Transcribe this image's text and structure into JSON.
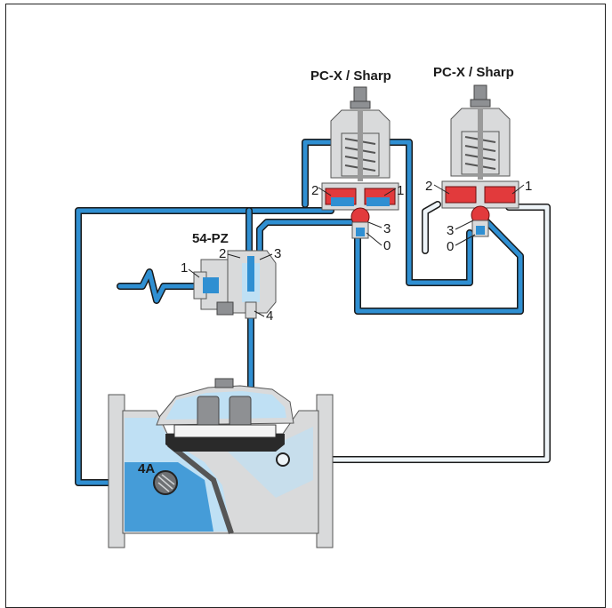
{
  "labels": {
    "pilot_left_title": "PC-X / Sharp",
    "pilot_right_title": "PC-X / Sharp",
    "relay_title": "54-PZ",
    "valve_tag": "4A",
    "left_pilot_port1": "1",
    "left_pilot_port2": "2",
    "left_pilot_port3": "3",
    "left_pilot_port0": "0",
    "right_pilot_port1": "1",
    "right_pilot_port2": "2",
    "right_pilot_port3": "3",
    "right_pilot_port0": "0",
    "relay_port1": "1",
    "relay_port2": "2",
    "relay_port3": "3",
    "relay_port4": "4"
  },
  "colors": {
    "pipe_pressurized": "#2f8fd2",
    "pipe_vented": "#eef4f8",
    "valve_water": "#bfe0f4",
    "pilot_chamber": "#e23a3c",
    "body": "#d9dadb"
  }
}
